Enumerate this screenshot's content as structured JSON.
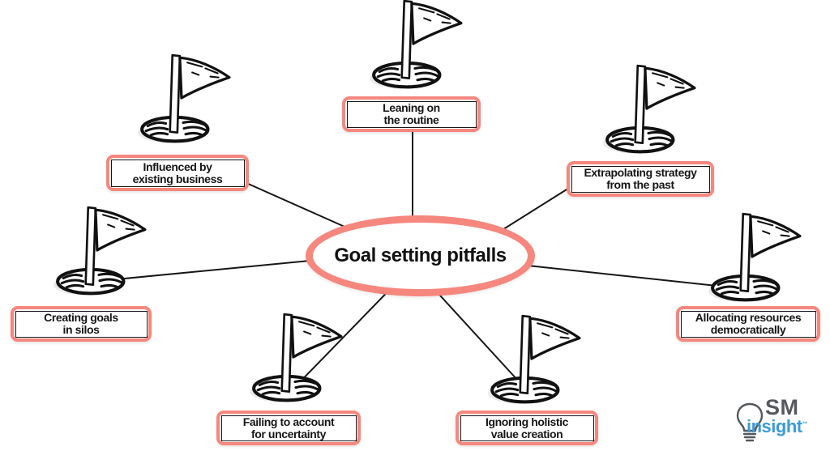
{
  "center": {
    "title": "Goal setting pitfalls"
  },
  "nodes": [
    {
      "id": "leaning-on-the-routine",
      "label": "Leaning on\nthe routine"
    },
    {
      "id": "influenced-by-existing-business",
      "label": "Influenced by\nexisting business"
    },
    {
      "id": "extrapolating-strategy-from-the-past",
      "label": "Extrapolating strategy\nfrom the past"
    },
    {
      "id": "creating-goals-in-silos",
      "label": "Creating goals\nin silos"
    },
    {
      "id": "allocating-resources-democratically",
      "label": "Allocating resources\ndemocratically"
    },
    {
      "id": "failing-to-account-for-uncertainty",
      "label": "Failing to account\nfor uncertainty"
    },
    {
      "id": "ignoring-holistic-value-creation",
      "label": "Ignoring holistic\nvalue creation"
    }
  ],
  "icons": {
    "node_marker": "golf-flag-icon",
    "logo_mark": "lightbulb-icon"
  },
  "colors": {
    "accent": "#f6877e",
    "ink": "#161616",
    "logo_gray": "#55595d",
    "logo_blue": "#3b9bd9",
    "background": "#ffffff"
  },
  "logo": {
    "brand_top": "SM",
    "brand_bottom": "insight",
    "trademark": "™"
  }
}
